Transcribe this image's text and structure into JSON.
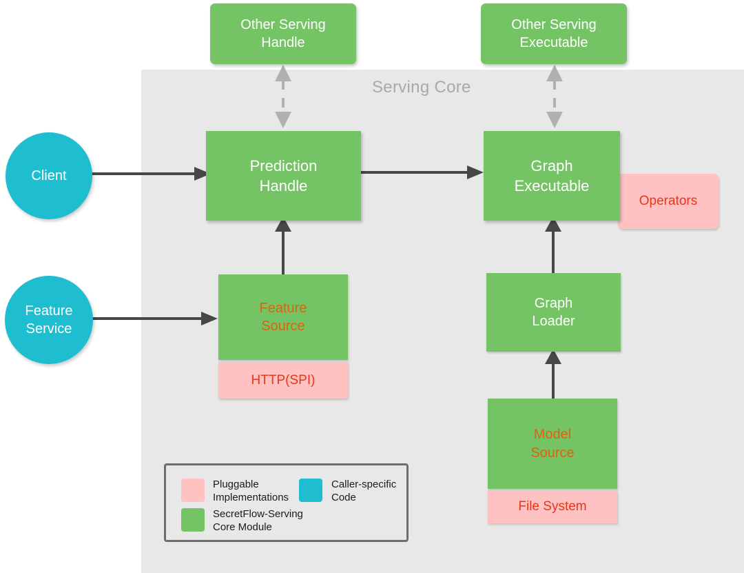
{
  "diagram": {
    "panel_title": "Serving Core",
    "colors": {
      "core_module_green": "#74c365",
      "pluggable_pink": "#ffc2c2",
      "caller_teal": "#1fbdd0",
      "panel_gray": "#e8e8e8",
      "arrow_dark": "#474747",
      "arrow_dashed_gray": "#b0b0b0",
      "red_text": "#e8361a",
      "orange_text": "#e0620d",
      "title_gray": "#a9a9a9"
    },
    "nodes": {
      "other_serving_handle": {
        "line1": "Other Serving",
        "line2": "Handle"
      },
      "other_serving_executable": {
        "line1": "Other Serving",
        "line2": "Executable"
      },
      "prediction_handle": {
        "line1": "Prediction",
        "line2": "Handle"
      },
      "graph_executable": {
        "line1": "Graph",
        "line2": "Executable"
      },
      "operators": {
        "label": "Operators"
      },
      "feature_source": {
        "line1": "Feature",
        "line2": "Source"
      },
      "http_spi": {
        "label": "HTTP(SPI)"
      },
      "graph_loader": {
        "line1": "Graph",
        "line2": "Loader"
      },
      "model_source": {
        "line1": "Model",
        "line2": "Source"
      },
      "file_system": {
        "label": "File System"
      },
      "client": {
        "label": "Client"
      },
      "feature_service": {
        "line1": "Feature",
        "line2": "Service"
      }
    },
    "legend": {
      "items": [
        {
          "swatch": "pink",
          "line1": "Pluggable",
          "line2": "Implementations"
        },
        {
          "swatch": "teal",
          "line1": "Caller-specific",
          "line2": "Code"
        },
        {
          "swatch": "green",
          "line1": "SecretFlow-Serving",
          "line2": "Core Module"
        }
      ]
    }
  }
}
